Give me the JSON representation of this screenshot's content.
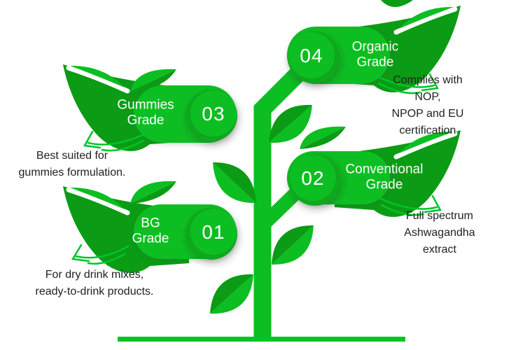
{
  "colors": {
    "green_bright": "#0cbe22",
    "green_dark": "#0b9b15",
    "green_accent": "#00c528",
    "green_ring": "#0aa81c",
    "text_dark": "#212121",
    "text_light": "#ffffff"
  },
  "steps": [
    {
      "number": "01",
      "title": "BG\nGrade",
      "description": "For dry drink mixes,\nready-to-drink products.",
      "side": "left"
    },
    {
      "number": "02",
      "title": "Conventional\nGrade",
      "description": "Full spectrum\nAshwagandha extract",
      "side": "right"
    },
    {
      "number": "03",
      "title": "Gummies\nGrade",
      "description": "Best suited for\ngummies formulation.",
      "side": "left"
    },
    {
      "number": "04",
      "title": "Organic\nGrade",
      "description": "Complies with NOP,\nNPOP and EU certification",
      "side": "right"
    }
  ],
  "icons": {
    "leaf": "two-tone-leaf",
    "arrow": "curved-sketch-arrow-down",
    "plant": "plant-stem-with-leaves",
    "ground": "horizontal-ground-line"
  }
}
